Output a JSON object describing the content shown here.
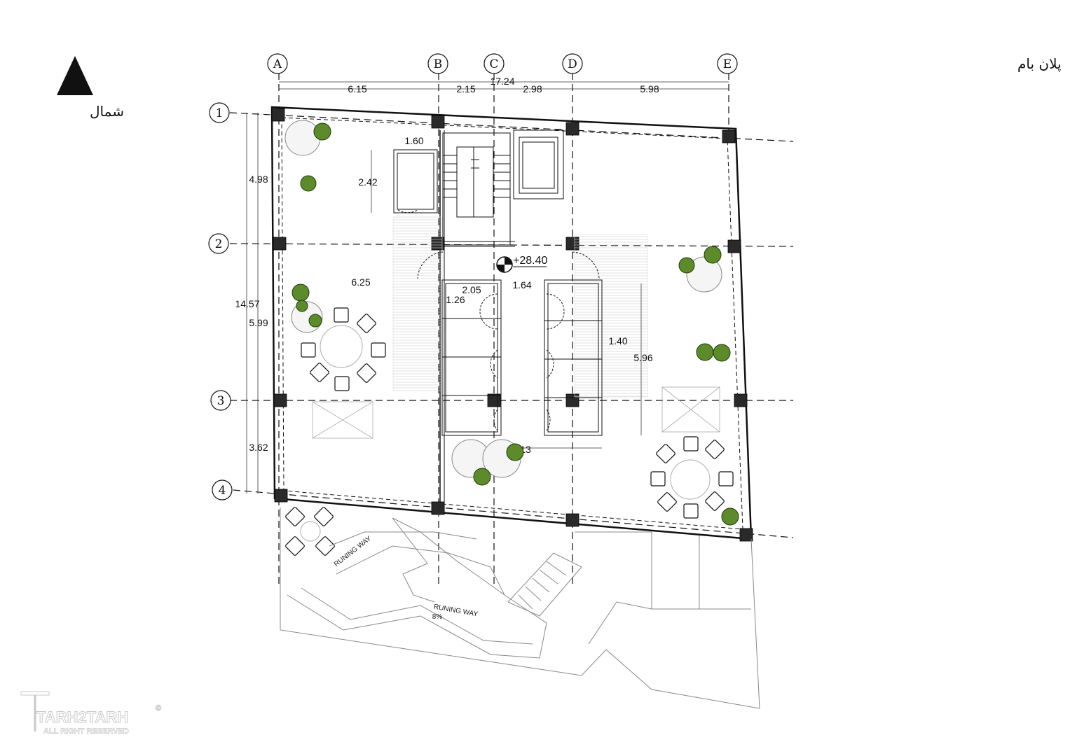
{
  "title": "پلان بام",
  "north_label": "شمال",
  "grid_columns": [
    "A",
    "B",
    "C",
    "D",
    "E"
  ],
  "grid_rows": [
    "1",
    "2",
    "3",
    "4"
  ],
  "dimensions": {
    "top_total": "17.24",
    "top_segments": [
      "6.15",
      "2.15",
      "2.98",
      "5.98"
    ],
    "left_total": "14.57",
    "left_segments": [
      "4.98",
      "5.99",
      "3.62"
    ],
    "room_1_60": "1.60",
    "room_2_42": "2.42",
    "d_6_25": "6.25",
    "d_2_05": "2.05",
    "d_1_64": "1.64",
    "d_1_26": "1.26",
    "d_1_40": "1.40",
    "d_5_96": "5.96",
    "d_13": "13"
  },
  "elevation": "+28.40",
  "running_way_1": "RUNING WAY",
  "running_way_2": "RUNING WAY",
  "slope": "8%",
  "logo": {
    "name": "TARH2TARH",
    "copyright": "©",
    "tagline": "ALL RIGHT RESERVED"
  }
}
